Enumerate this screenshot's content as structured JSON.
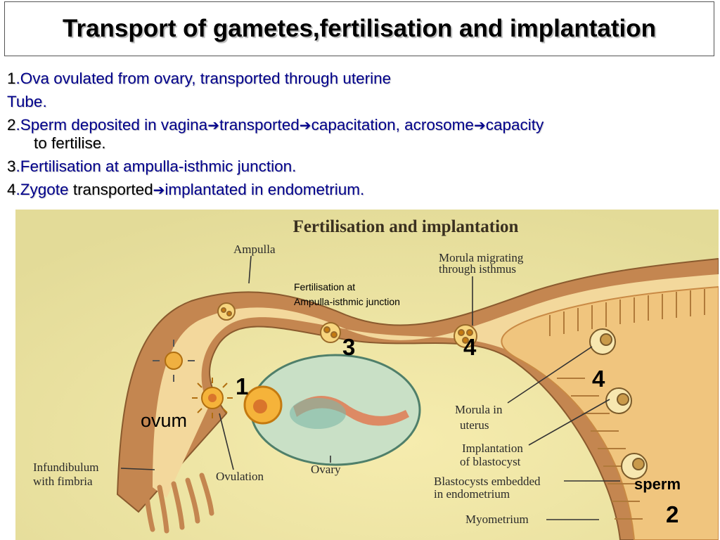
{
  "title": "Transport of gametes,fertilisation and implantation",
  "points": [
    {
      "num": "1",
      "parts": [
        {
          "t": ".Ova ovulated from ovary, transported through uterine",
          "c": "blue"
        }
      ]
    },
    {
      "num": "",
      "parts": [
        {
          "t": "Tube.",
          "c": "blue"
        }
      ]
    },
    {
      "num": "2",
      "parts": [
        {
          "t": ".Sperm deposited in ",
          "c": "blue"
        },
        {
          "t": "vagina",
          "c": "blue"
        },
        {
          "t": "transported",
          "c": "blue"
        },
        {
          "t": "capacitation, acrosome",
          "c": "blue"
        },
        {
          "t": "capacity",
          "c": "blue"
        }
      ],
      "cont": "to fertilise."
    },
    {
      "num": "3",
      "parts": [
        {
          "t": ".Fertilisation at ampulla-isthmic junction.",
          "c": "blue"
        }
      ]
    },
    {
      "num": "4",
      "parts": [
        {
          "t": ".Zygote ",
          "c": "blue"
        },
        {
          "t": "transported",
          "c": "blk"
        },
        {
          "t": "implantated in endometrium.",
          "c": "blue"
        }
      ]
    }
  ],
  "arrow_glyph": "➔",
  "figure": {
    "heading": "Fertilisation and implantation",
    "labels": {
      "ampulla": "Ampulla",
      "morula_isthmus_1": "Morula migrating",
      "morula_isthmus_2": "through isthmus",
      "morula_uterus_1": "Morula in",
      "morula_uterus_2": "uterus",
      "implantation_1": "Implantation",
      "implantation_2": "of blastocyst",
      "blastocysts_1": "Blastocysts embedded",
      "blastocysts_2": "in endometrium",
      "myometrium": "Myometrium",
      "infundibulum_1": "Infundibulum",
      "infundibulum_2": "with fimbria",
      "ovulation": "Ovulation",
      "ovary": "Ovary"
    },
    "overlay": {
      "fert_1": "Fertilisation at",
      "fert_2": "Ampulla-isthmic junction",
      "ovum": "ovum",
      "sperm": "sperm"
    },
    "numbers": {
      "n1": "1",
      "n2": "2",
      "n3": "3",
      "n4a": "4",
      "n4b": "4"
    }
  },
  "colors": {
    "background": "#eee6a0",
    "tube": "#c7894f",
    "tube_lumen": "#f4d9a0",
    "ovary": "#c9e0c6",
    "label_blue": "#00008b"
  }
}
